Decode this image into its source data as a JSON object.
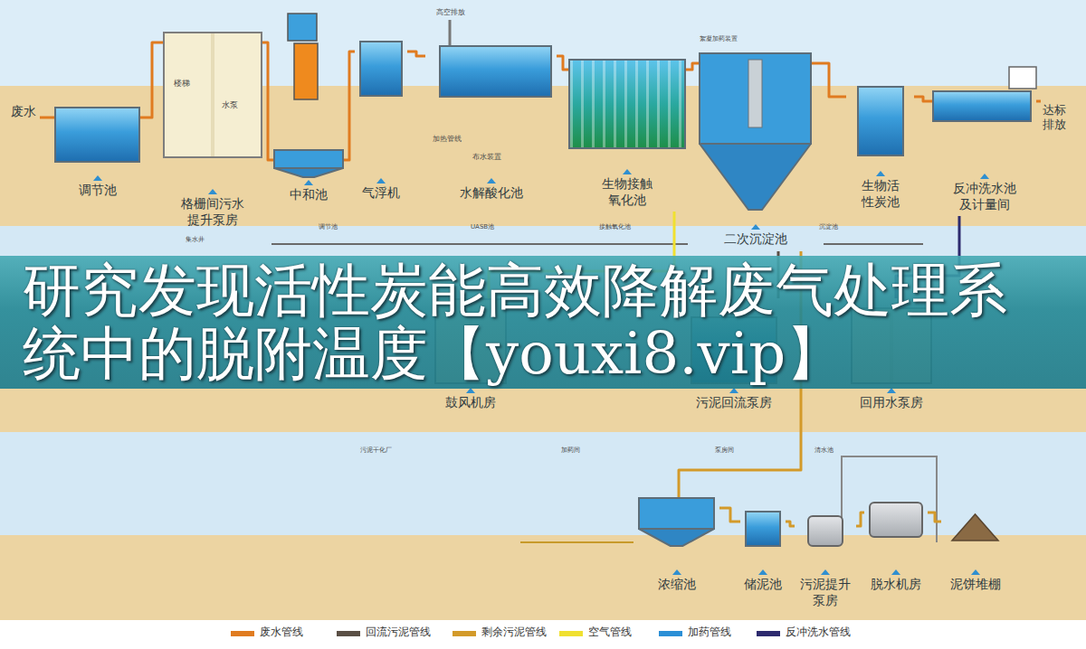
{
  "diagram": {
    "title": "研究发现活性炭能高效降解废气处理系统中的脱附温度【youxi8.vip】",
    "nodes": [
      {
        "text": [
          "调节池"
        ]
      },
      {
        "text": [
          "格栅间污水提升泵房"
        ]
      },
      {
        "text": [
          "中和池"
        ]
      },
      {
        "text": [
          "气浮机"
        ]
      },
      {
        "text": [
          "水解酸化池"
        ]
      },
      {
        "text": [
          "生物接触氧化池"
        ]
      },
      {
        "text": [
          "二次沉淀池"
        ]
      },
      {
        "text": [
          "生物活性炭池"
        ]
      },
      {
        "text": [
          "反冲洗水池及计量间"
        ]
      },
      {
        "text": [
          "鼓风机房"
        ]
      },
      {
        "text": [
          "污泥回流泵房"
        ]
      },
      {
        "text": [
          "回用水泵房"
        ]
      },
      {
        "text": [
          "浓缩池"
        ]
      },
      {
        "text": [
          "储泥池"
        ]
      },
      {
        "text": [
          "污泥提升泵房"
        ]
      },
      {
        "text": [
          "脱水机房"
        ]
      },
      {
        "text": [
          "泥饼堆棚"
        ]
      }
    ],
    "edges": [
      {
        "from": 0,
        "to": 1,
        "arrow": "none"
      },
      {
        "from": 1,
        "to": 2,
        "arrow": "none"
      },
      {
        "from": 2,
        "to": 3,
        "arrow": "none"
      },
      {
        "from": 3,
        "to": 4,
        "arrow": "none"
      },
      {
        "from": 4,
        "to": 5,
        "arrow": "none"
      },
      {
        "from": 5,
        "to": 6,
        "arrow": "none"
      },
      {
        "from": 6,
        "to": 7,
        "arrow": "none"
      },
      {
        "from": 7,
        "to": 8,
        "arrow": "none"
      },
      {
        "from": 9,
        "to": 5,
        "arrow": "none"
      },
      {
        "from": 6,
        "to": 10,
        "arrow": "none"
      },
      {
        "from": 6,
        "to": 12,
        "arrow": "none"
      },
      {
        "from": 12,
        "to": 13,
        "arrow": "none"
      },
      {
        "from": 13,
        "to": 14,
        "arrow": "none"
      },
      {
        "from": 14,
        "to": 15,
        "arrow": "none"
      },
      {
        "from": 15,
        "to": 16,
        "arrow": "none"
      },
      {
        "from": 8,
        "to": 11,
        "arrow": "none"
      }
    ],
    "labels": [
      "废水",
      "达标排放",
      "楼梯",
      "水泵",
      "高空排放",
      "絮凝加药装置",
      "加热管线",
      "布水装置",
      "集水井",
      "调节池",
      "UASB池",
      "接触氧化池",
      "沉淀池",
      "污泥干化厂",
      "加药间",
      "泵房间",
      "清水池"
    ],
    "legend": [
      {
        "text": "废水管线",
        "color": "#e07b20"
      },
      {
        "text": "回流污泥管线",
        "color": "#5a4f45"
      },
      {
        "text": "剩余污泥管线",
        "color": "#d39a2a"
      },
      {
        "text": "空气管线",
        "color": "#f0e030"
      },
      {
        "text": "加药管线",
        "color": "#2b8fd6"
      },
      {
        "text": "反冲洗水管线",
        "color": "#2d2a6e"
      }
    ]
  }
}
